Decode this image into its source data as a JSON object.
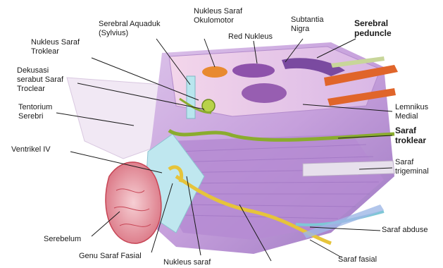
{
  "labels": {
    "serebral_aquaduk_1": "Serebral Aquaduk",
    "serebral_aquaduk_2": "(Sylvius)",
    "nukleus_okulomotor_1": "Nukleus Saraf",
    "nukleus_okulomotor_2": "Okulomotor",
    "subtantia_nigra_1": "Subtantia",
    "subtantia_nigra_2": "Nigra",
    "serebral_peduncle_1": "Serebral",
    "serebral_peduncle_2": "peduncle",
    "red_nukleus": "Red Nukleus",
    "nukleus_troklear_1": "Nukleus Saraf",
    "nukleus_troklear_2": "Troklear",
    "dekusasi_1": "Dekusasi",
    "dekusasi_2": "serabut Saraf",
    "dekusasi_3": "Troclear",
    "tentorium_1": "Tentorium",
    "tentorium_2": "Serebri",
    "lemnikus_1": "Lemnikus",
    "lemnikus_2": "Medial",
    "saraf_troklear_1": "Saraf",
    "saraf_troklear_2": "troklear",
    "ventrikel_iv": "Ventrikel IV",
    "saraf_trigeminal_1": "Saraf",
    "saraf_trigeminal_2": "trigeminal",
    "serebelum": "Serebelum",
    "saraf_abduse": "Saraf abduse",
    "genu_saraf_fasial": "Genu Saraf Fasial",
    "saraf_fasial": "Saraf fasial",
    "nukleus_saraf": "Nukleus saraf"
  },
  "colors": {
    "brainstem": "#c9a6dc",
    "brainstem_dark": "#a07fc4",
    "nucleus": "#8a4fa6",
    "red_nucleus": "#e06a3a",
    "nerve_green": "#9bbf3a",
    "ventricle": "#b8e6ee",
    "cerebellum": "#f2b8c0",
    "nerve_yellow": "#e6c43a",
    "leader": "#1a1a1a"
  }
}
